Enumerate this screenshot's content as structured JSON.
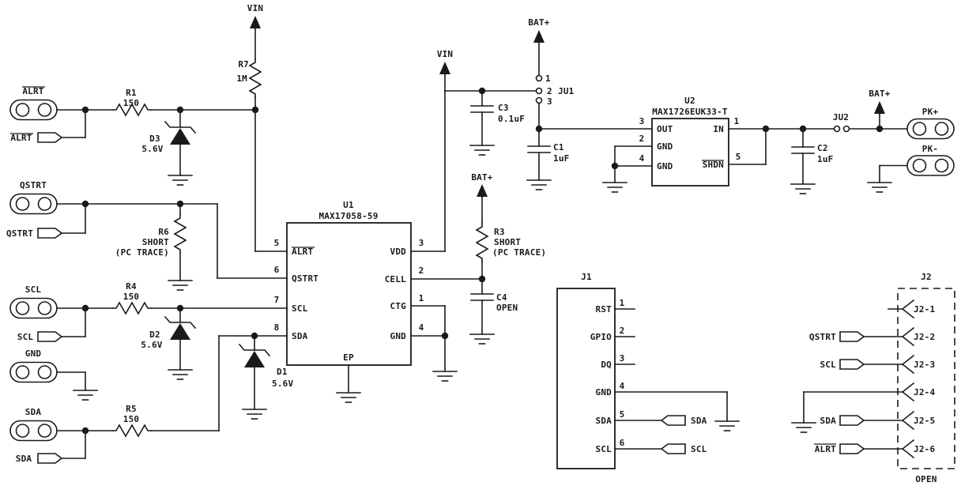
{
  "labels": {
    "vin": "VIN",
    "bat": "BAT+"
  },
  "alrt_in": {
    "pad": "ALRT",
    "flag": "ALRT"
  },
  "qstrt_in": {
    "pad": "QSTRT",
    "flag": "QSTRT"
  },
  "scl_in": {
    "pad": "SCL",
    "flag": "SCL"
  },
  "gnd_in": {
    "pad": "GND"
  },
  "sda_in": {
    "pad": "SDA",
    "flag": "SDA"
  },
  "r1": {
    "ref": "R1",
    "value": "150"
  },
  "r4": {
    "ref": "R4",
    "value": "150"
  },
  "r5": {
    "ref": "R5",
    "value": "150"
  },
  "r7": {
    "ref": "R7",
    "value": "1M"
  },
  "r6": {
    "ref": "R6",
    "value": "SHORT",
    "note": "(PC TRACE)"
  },
  "r3": {
    "ref": "R3",
    "value": "SHORT",
    "note": "(PC TRACE)"
  },
  "d1": {
    "ref": "D1",
    "value": "5.6V"
  },
  "d2": {
    "ref": "D2",
    "value": "5.6V"
  },
  "d3": {
    "ref": "D3",
    "value": "5.6V"
  },
  "c1": {
    "ref": "C1",
    "value": "1uF"
  },
  "c2": {
    "ref": "C2",
    "value": "1uF"
  },
  "c3": {
    "ref": "C3",
    "value": "0.1uF"
  },
  "c4": {
    "ref": "C4",
    "value": "OPEN"
  },
  "u1": {
    "ref": "U1",
    "part": "MAX17058-59",
    "ep": "EP",
    "pin5": {
      "num": "5",
      "name": "ALRT"
    },
    "pin6": {
      "num": "6",
      "name": "QSTRT"
    },
    "pin7": {
      "num": "7",
      "name": "SCL"
    },
    "pin8": {
      "num": "8",
      "name": "SDA"
    },
    "pin3": {
      "num": "3",
      "name": "VDD"
    },
    "pin2": {
      "num": "2",
      "name": "CELL"
    },
    "pin1": {
      "num": "1",
      "name": "CTG"
    },
    "pin4": {
      "num": "4",
      "name": "GND"
    }
  },
  "u2": {
    "ref": "U2",
    "part": "MAX1726EUK33-T",
    "pin3": {
      "num": "3",
      "name": "OUT"
    },
    "pin2": {
      "num": "2",
      "name": "GND"
    },
    "pin4": {
      "num": "4",
      "name": "GND"
    },
    "pin1": {
      "num": "1",
      "name": "IN"
    },
    "pin5": {
      "num": "5",
      "name": "SHDN"
    }
  },
  "ju1": {
    "ref": "JU1",
    "pin1": "1",
    "pin2": "2",
    "pin3": "3"
  },
  "ju2": {
    "ref": "JU2"
  },
  "pk": {
    "plus": "PK+",
    "minus": "PK-"
  },
  "j1": {
    "ref": "J1",
    "pin1": {
      "num": "1",
      "name": "RST"
    },
    "pin2": {
      "num": "2",
      "name": "GPIO"
    },
    "pin3": {
      "num": "3",
      "name": "DQ"
    },
    "pin4": {
      "num": "4",
      "name": "GND"
    },
    "pin5": {
      "num": "5",
      "name": "SDA",
      "flag": "SDA"
    },
    "pin6": {
      "num": "6",
      "name": "SCL",
      "flag": "SCL"
    }
  },
  "j2": {
    "ref": "J2",
    "note": "OPEN",
    "pin1": {
      "name": "J2-1"
    },
    "pin2": {
      "name": "J2-2",
      "flag": "QSTRT"
    },
    "pin3": {
      "name": "J2-3",
      "flag": "SCL"
    },
    "pin4": {
      "name": "J2-4"
    },
    "pin5": {
      "name": "J2-5",
      "flag": "SDA"
    },
    "pin6": {
      "name": "J2-6",
      "flag": "ALRT"
    }
  },
  "colors": {
    "ink": "#1a1a1a",
    "background": "#ffffff"
  }
}
